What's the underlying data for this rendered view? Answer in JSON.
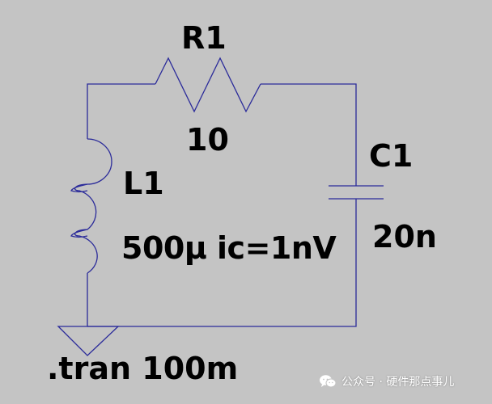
{
  "schematic": {
    "wire_color": "#2b2b9a",
    "background": "#c4c4c4",
    "components": {
      "resistor": {
        "name": "R1",
        "value": "10"
      },
      "capacitor": {
        "name": "C1",
        "value": "20n"
      },
      "inductor": {
        "name": "L1",
        "value": "500µ ic=1nV"
      }
    },
    "directive": ".tran 100m",
    "ground_icon": "ground-symbol-icon"
  },
  "watermark": {
    "text": "公众号 · 硬件那点事儿",
    "icon": "wechat-icon"
  }
}
